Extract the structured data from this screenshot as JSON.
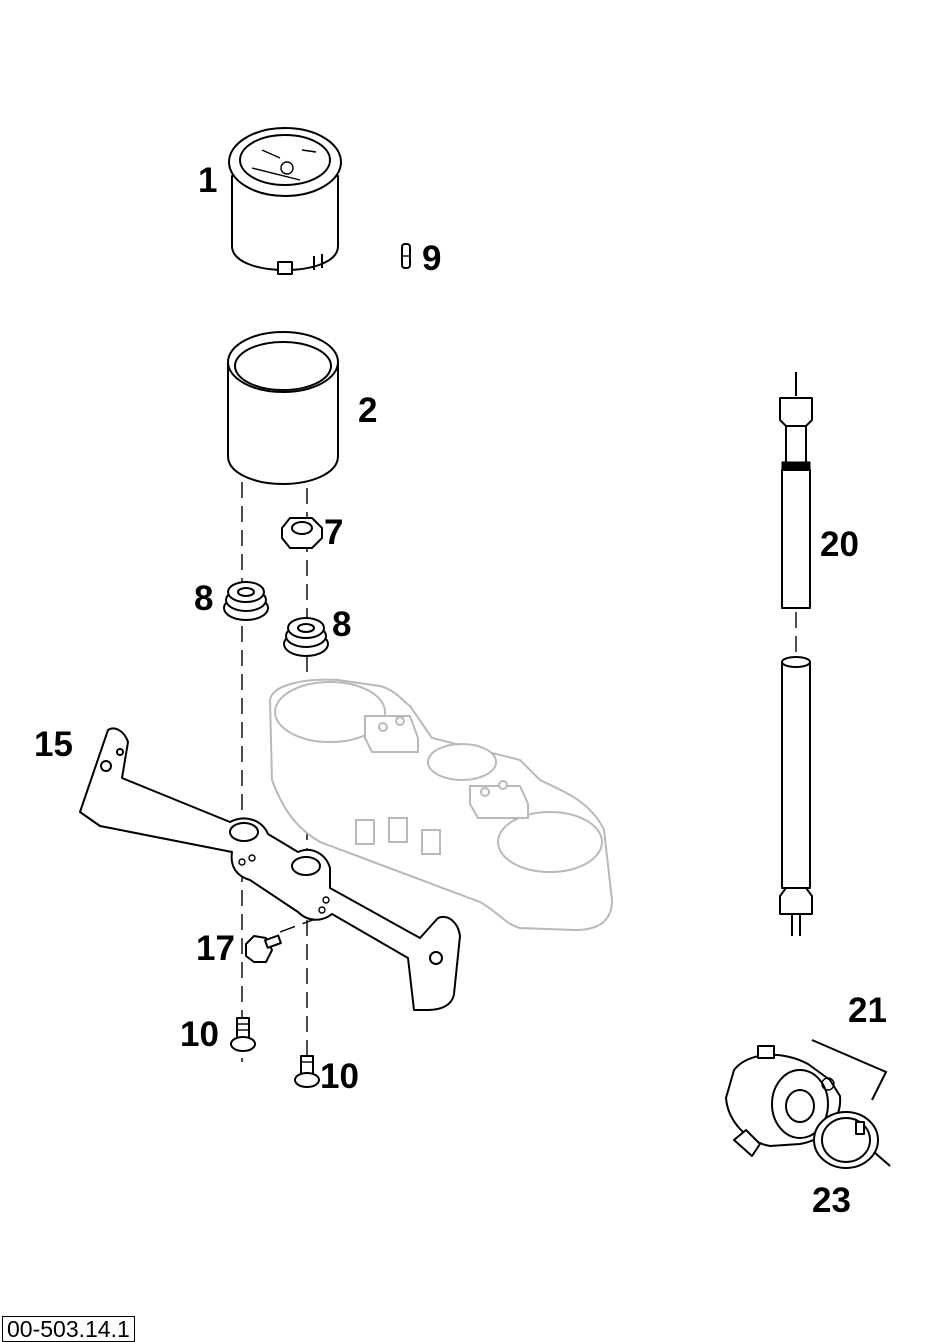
{
  "callouts": {
    "p1": "1",
    "p2": "2",
    "p7": "7",
    "p8a": "8",
    "p8b": "8",
    "p9": "9",
    "p10a": "10",
    "p10b": "10",
    "p15": "15",
    "p17": "17",
    "p20": "20",
    "p21": "21",
    "p23": "23"
  },
  "document_code": "00-503.14.1"
}
